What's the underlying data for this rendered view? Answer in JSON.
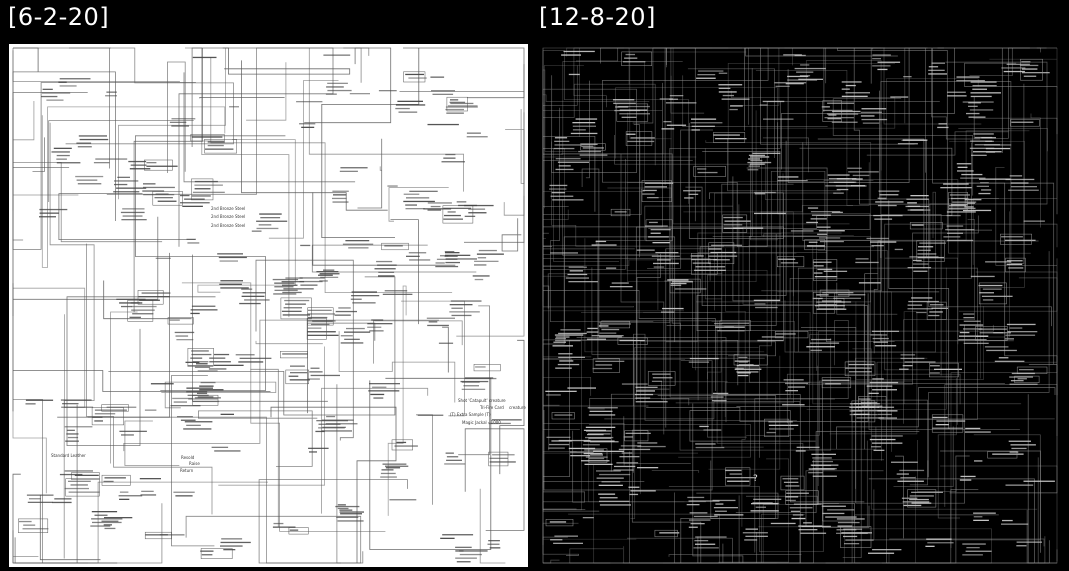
{
  "captions": {
    "left": "[6-2-20]",
    "right": "[12-8-20]"
  },
  "panels": {
    "left_background": "#ffffff",
    "left_ink": "#555555",
    "right_background": "#000000",
    "right_ink": "#9a9a9a",
    "right_marker": "?"
  },
  "left_labels": [
    "2nd Bronze Steel",
    "2nd Bronze Steel",
    "2nd Bronze Steel",
    "Shot 'Catapult' creature",
    "Tri-Fire Card",
    "creature",
    "(T) Extra Sample (T)",
    "Magic Jackal - 1000",
    "Standard Leather",
    "Resold",
    "Raise",
    "Return"
  ]
}
